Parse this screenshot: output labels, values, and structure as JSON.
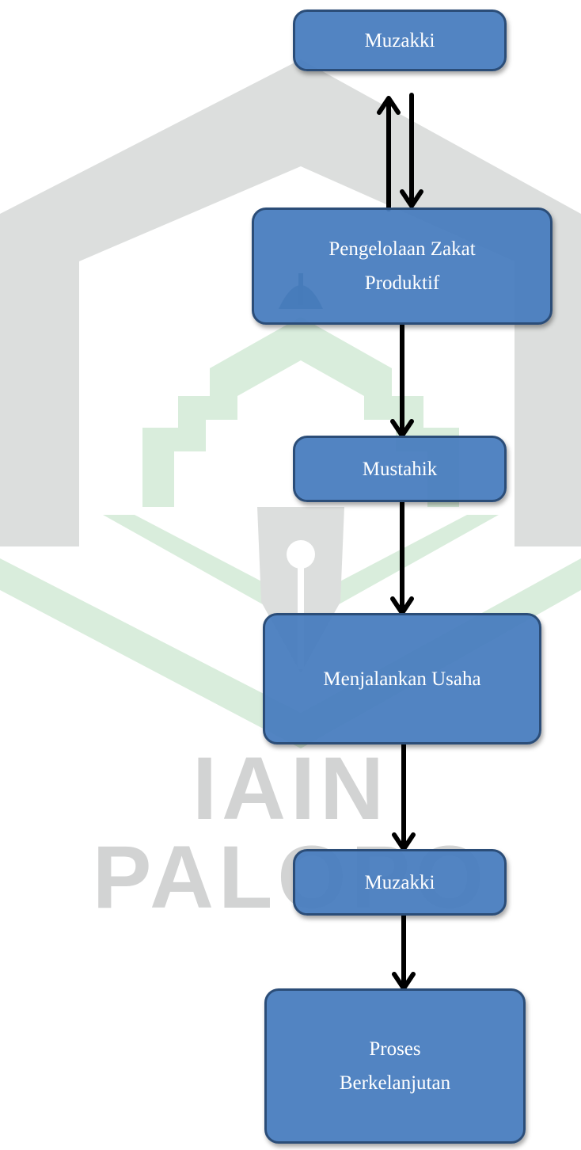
{
  "diagram": {
    "nodes": {
      "muzakki_top": "Muzakki",
      "pengelolaan": "Pengelolaan Zakat Produktif",
      "mustahik": "Mustahik",
      "menjalankan": "Menjalankan Usaha",
      "muzakki_bottom": "Muzakki",
      "proses": "Proses Berkelanjutan"
    },
    "watermark_text": "IAIN PALOPO"
  },
  "colors": {
    "node_fill": "#477cbe",
    "node_border": "#2b4d78",
    "arrow": "#000000",
    "watermark_gray": "#d2d3d3",
    "watermark_green": "#d6ecd9"
  }
}
